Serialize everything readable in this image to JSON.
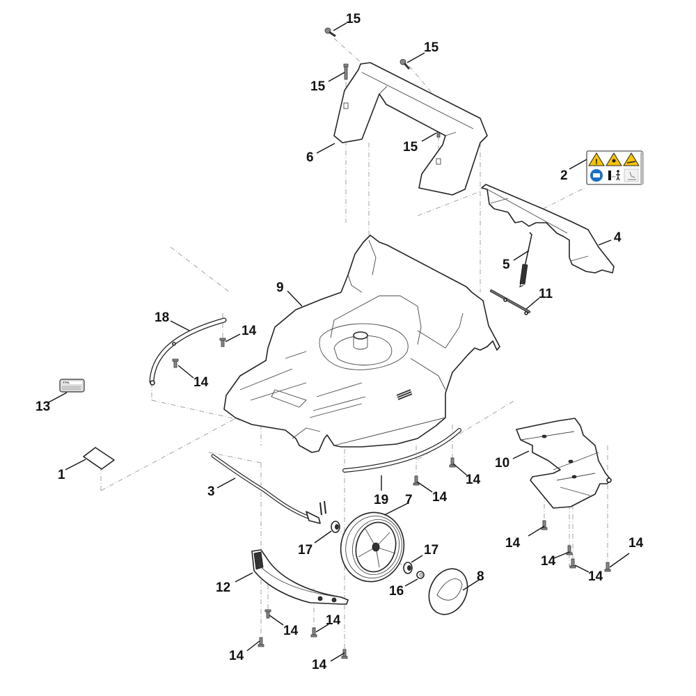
{
  "diagram": {
    "title": "Exploded parts diagram - lawn mower housing",
    "callouts": [
      {
        "id": "c15a",
        "label": "15",
        "part": "screw"
      },
      {
        "id": "c15b",
        "label": "15",
        "part": "screw"
      },
      {
        "id": "c15c",
        "label": "15",
        "part": "screw"
      },
      {
        "id": "c15d",
        "label": "15",
        "part": "screw"
      },
      {
        "id": "c6",
        "label": "6",
        "part": "handle bracket"
      },
      {
        "id": "c2",
        "label": "2",
        "part": "warning label"
      },
      {
        "id": "c4",
        "label": "4",
        "part": "rear flap"
      },
      {
        "id": "c5",
        "label": "5",
        "part": "spring"
      },
      {
        "id": "c11",
        "label": "11",
        "part": "hinge rod"
      },
      {
        "id": "c9",
        "label": "9",
        "part": "mower deck"
      },
      {
        "id": "c18",
        "label": "18",
        "part": "front trim strip"
      },
      {
        "id": "c14a",
        "label": "14",
        "part": "screw"
      },
      {
        "id": "c14b",
        "label": "14",
        "part": "screw"
      },
      {
        "id": "c13",
        "label": "13",
        "part": "name plate"
      },
      {
        "id": "c1",
        "label": "1",
        "part": "label"
      },
      {
        "id": "c10",
        "label": "10",
        "part": "mulch plate"
      },
      {
        "id": "c14c",
        "label": "14",
        "part": "screw"
      },
      {
        "id": "c14d",
        "label": "14",
        "part": "screw"
      },
      {
        "id": "c3",
        "label": "3",
        "part": "axle"
      },
      {
        "id": "c19",
        "label": "19",
        "part": "side trim strip"
      },
      {
        "id": "c7",
        "label": "7",
        "part": "wheel"
      },
      {
        "id": "c17a",
        "label": "17",
        "part": "bushing"
      },
      {
        "id": "c17b",
        "label": "17",
        "part": "bushing"
      },
      {
        "id": "c16",
        "label": "16",
        "part": "nut"
      },
      {
        "id": "c8",
        "label": "8",
        "part": "hub cap"
      },
      {
        "id": "c12",
        "label": "12",
        "part": "axle cover"
      },
      {
        "id": "c14e",
        "label": "14",
        "part": "screw"
      },
      {
        "id": "c14f",
        "label": "14",
        "part": "screw"
      },
      {
        "id": "c14g",
        "label": "14",
        "part": "screw"
      },
      {
        "id": "c14h",
        "label": "14",
        "part": "screw"
      },
      {
        "id": "c14i",
        "label": "14",
        "part": "screw"
      },
      {
        "id": "c14j",
        "label": "14",
        "part": "screw"
      },
      {
        "id": "c14k",
        "label": "14",
        "part": "screw"
      },
      {
        "id": "c14l",
        "label": "14",
        "part": "screw"
      }
    ],
    "warning_label": {
      "icons": [
        "warning-icon",
        "thrown-object-warning-icon",
        "blade-hazard-icon",
        "read-manual-icon",
        "keep-distance-icon",
        "operator-icon"
      ],
      "colors": {
        "warning_yellow": "#f5c400",
        "mandatory_blue": "#1a6fc4"
      }
    },
    "name_plate": {
      "brand_text": "STIHL"
    }
  }
}
